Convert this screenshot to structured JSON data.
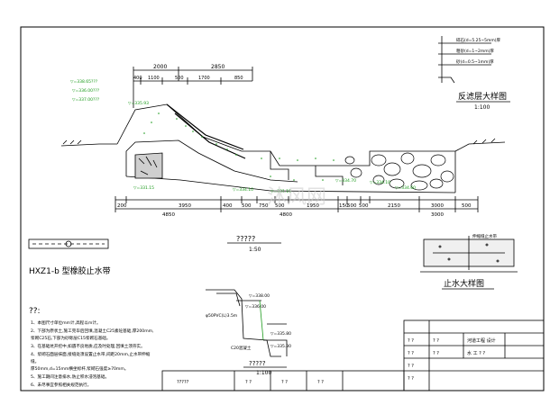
{
  "top_dims": [
    "2000",
    "2850"
  ],
  "sub_dims": [
    "400",
    "1100",
    "500",
    "1700",
    "850"
  ],
  "bottom_dims_1": [
    "200",
    "3950",
    "400",
    "500",
    "750",
    "500",
    "1950",
    "150",
    "500",
    "500",
    "2150",
    "3000",
    "500"
  ],
  "bottom_dims_2": [
    "4850",
    "4800",
    "3000"
  ],
  "elevations": [
    "▽=338.65???",
    "▽=336.00???",
    "▽=337.00???",
    "▽=335.93",
    "▽=334.10",
    "▽=331.15",
    "▽=334.70",
    "▽=334.10",
    "▽=334.60",
    "▽=331.15"
  ],
  "main_caption": "?????",
  "main_scale": "1:50",
  "filter_title": "反滤层大样图",
  "filter_scale": "1:100",
  "filter_layers": [
    "碎石(d=5.25~5mm)厚",
    "粗砂(d=1~2mm)厚",
    "砂(d=0.5~1mm)厚"
  ],
  "waterstop_title": "止水大样图",
  "waterstop_label": "伸缩缝止水带",
  "rubber_title": "HXZ1-b 型橡胶止水带",
  "section2_caption": "?????",
  "section2_scale": "1:100",
  "section2_labels": [
    "▽=338.00",
    "▽=336.00",
    "φ50PVC(L)3.5m",
    "▽=335.80",
    "▽=335.30",
    "C20混凝土"
  ],
  "notes_title": "??:",
  "notes": [
    "1、本图尺寸单位mm计,高程以m计。",
    "2、下部为原状土,施工完毕后回填,混凝土C25素砼基础,厚200mm,",
    "   浆砌C25石,下部为砂砾层C15浆砌石基础。",
    "3、在基础坑开挖中,如遇不良地质,应及时处理,回填土须夯实。",
    "4、浆砌石面层抹面,接缝处须设置止水带,间距20mm,止水带伸缩",
    "   缝。",
    "   厚50mm,d=15mm横坐标杆,浆砌石强度≥70mm。",
    "5、施工期间注意排水,防止积水浸泡基础。",
    "6、未尽事宜参照相关规范执行。"
  ],
  "title_block": {
    "rows_left": [
      "? ?",
      "? ?",
      "? ?",
      "? ?"
    ],
    "project_name": "河道工程 设计",
    "drawing_no": "水 工 ? ?",
    "sign_cells": [
      "? ?",
      "? ?"
    ],
    "bottom_cells": [
      "?????",
      "? ?",
      "? ?",
      "? ?"
    ]
  },
  "watermark": "沐风网"
}
